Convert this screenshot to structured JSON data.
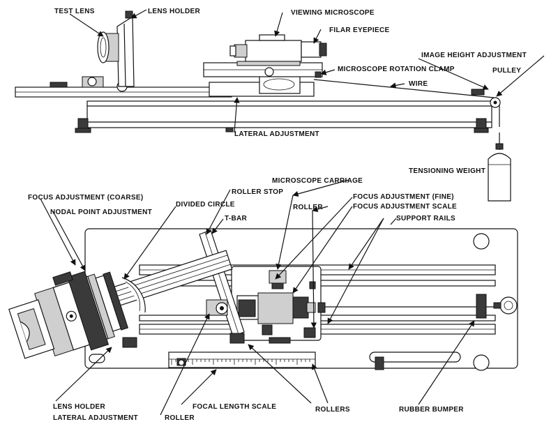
{
  "labels": {
    "test_lens": "TEST LENS",
    "lens_holder_top": "LENS HOLDER",
    "viewing_microscope": "VIEWING MICROSCOPE",
    "filar_eyepiece": "FILAR EYEPIECE",
    "image_height_adjustment": "IMAGE HEIGHT ADJUSTMENT",
    "pulley": "PULLEY",
    "microscope_rotation_clamp": "MICROSCOPE ROTATION CLAMP",
    "wire": "WIRE",
    "lateral_adjustment_top": "LATERAL ADJUSTMENT",
    "tensioning_weight": "TENSIONING WEIGHT",
    "microscope_carriage": "MICROSCOPE CARRIAGE",
    "roller_stop": "ROLLER STOP",
    "focus_adjustment_coarse": "FOCUS ADJUSTMENT (COARSE)",
    "nodal_point_adjustment": "NODAL POINT ADJUSTMENT",
    "divided_circle": "DIVIDED CIRCLE",
    "t_bar": "T-BAR",
    "roller_top": "ROLLER",
    "focus_adjustment_fine": "FOCUS ADJUSTMENT (FINE)",
    "focus_adjustment_scale": "FOCUS ADJUSTMENT SCALE",
    "support_rails": "SUPPORT RAILS",
    "lens_holder_bottom": "LENS HOLDER",
    "lateral_adjustment_bottom": "LATERAL ADJUSTMENT",
    "roller_bottom": "ROLLER",
    "focal_length_scale": "FOCAL LENGTH SCALE",
    "rollers": "ROLLERS",
    "rubber_bumper": "RUBBER BUMPER"
  }
}
